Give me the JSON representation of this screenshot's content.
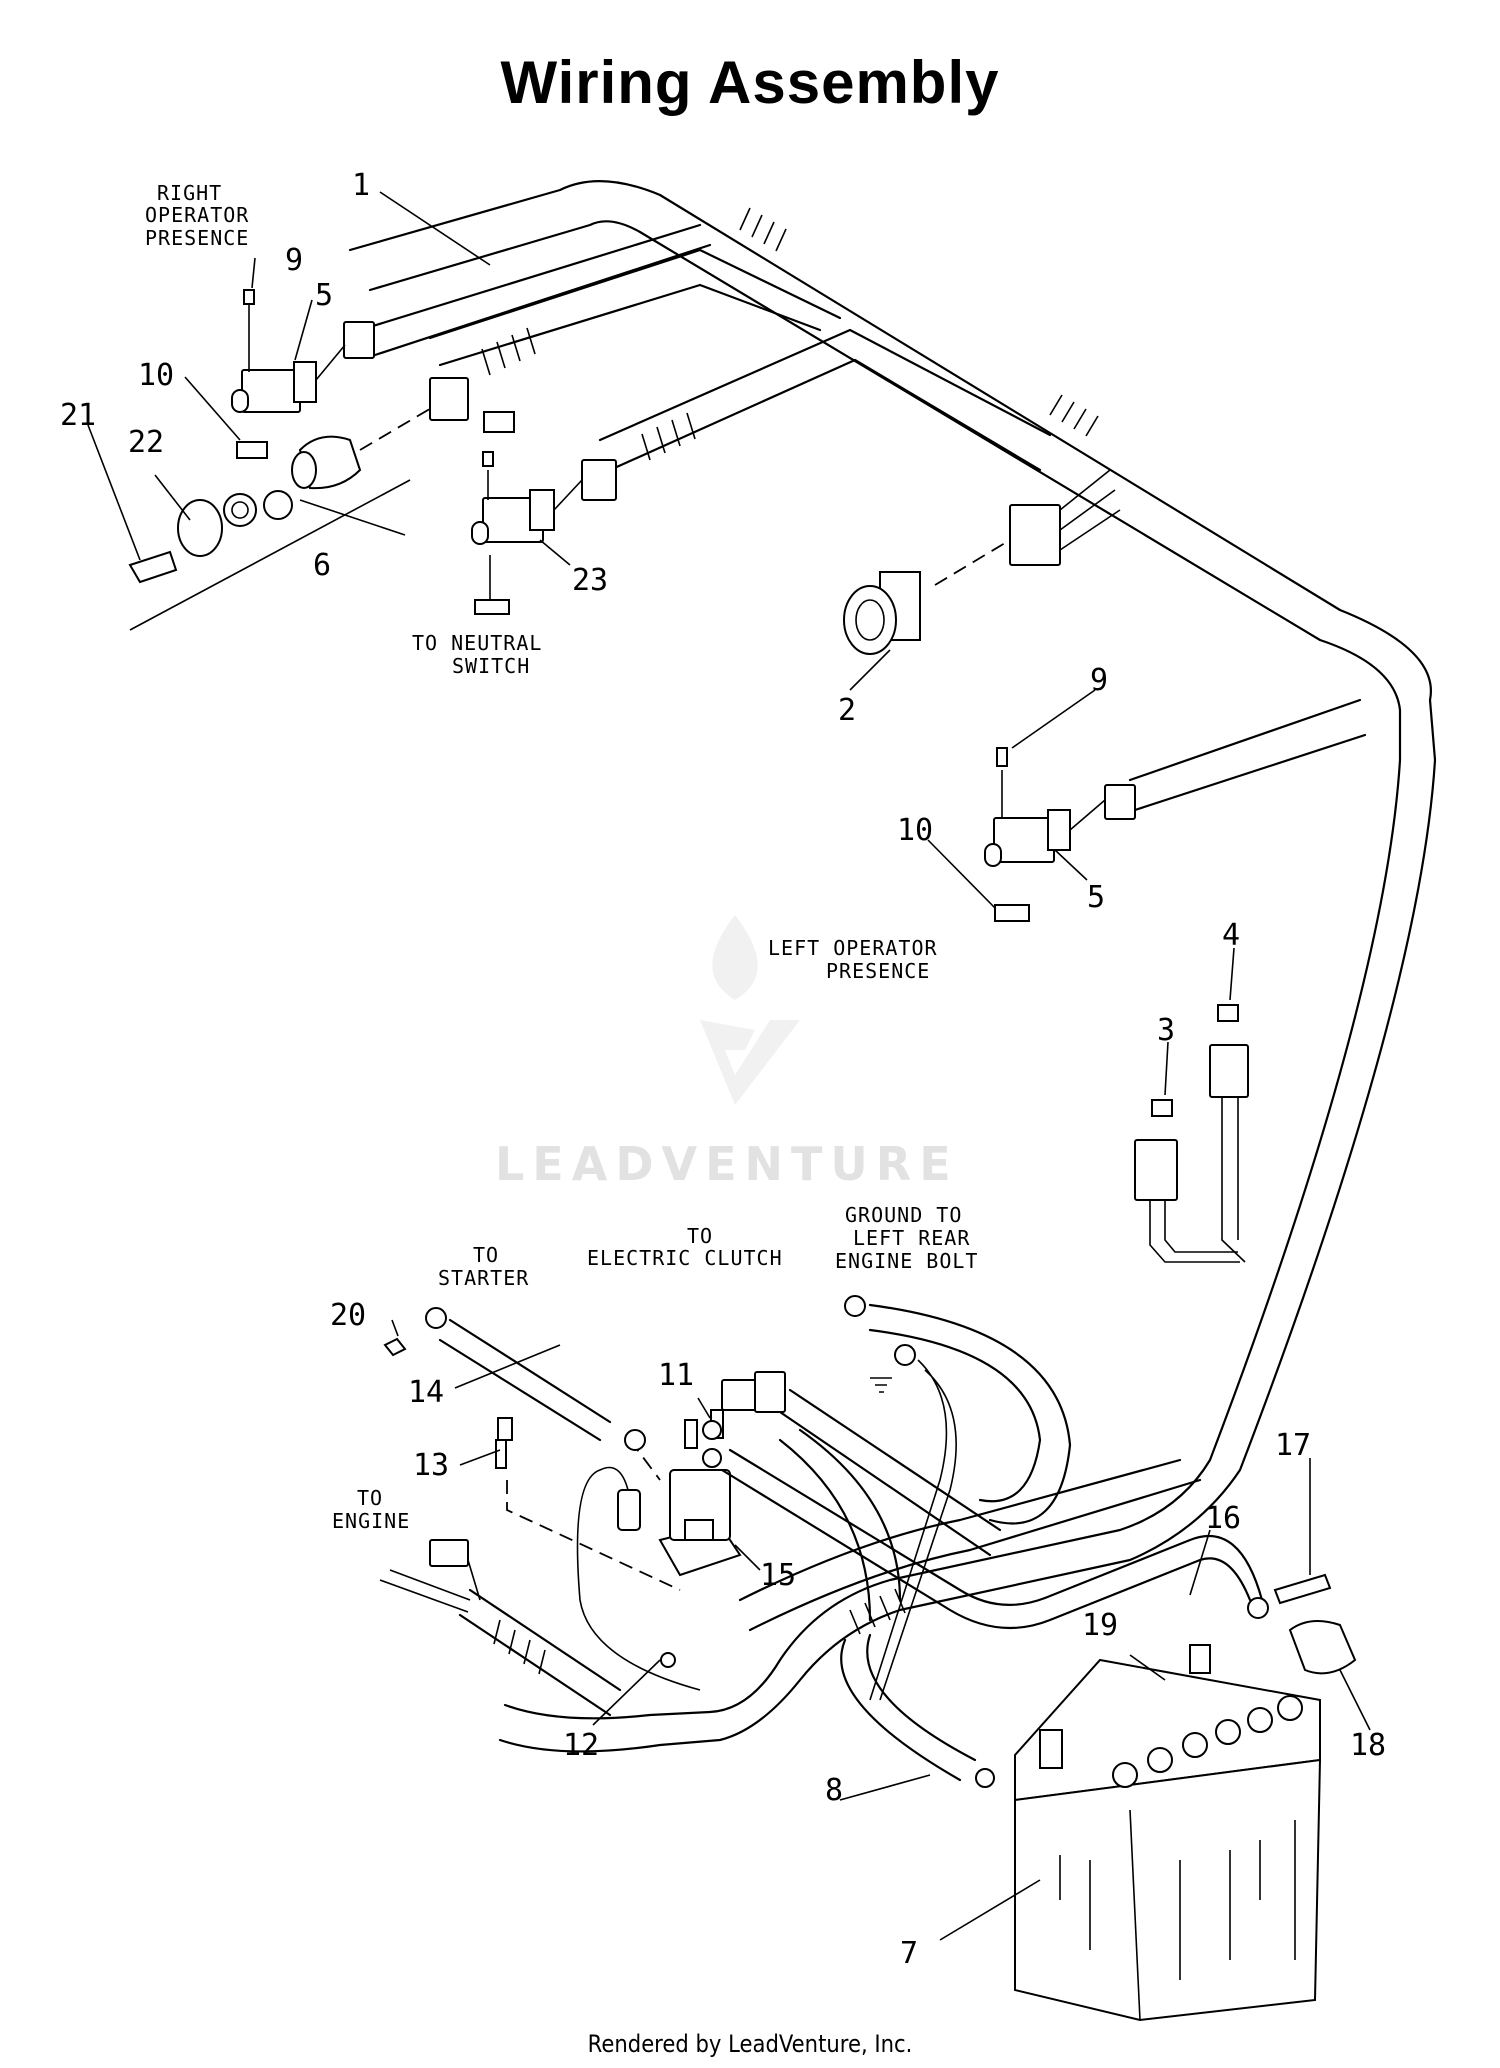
{
  "title": "Wiring Assembly",
  "footer": "Rendered by LeadVenture, Inc.",
  "watermark": "LEADVENTURE",
  "notes": {
    "right_presence": [
      "RIGHT",
      "OPERATOR",
      "PRESENCE"
    ],
    "neutral": [
      "TO NEUTRAL",
      "SWITCH"
    ],
    "left_presence": [
      "LEFT OPERATOR",
      "PRESENCE"
    ],
    "clutch": [
      "TO",
      "ELECTRIC CLUTCH"
    ],
    "ground": [
      "GROUND TO",
      "LEFT REAR",
      "ENGINE BOLT"
    ],
    "starter": [
      "TO",
      "STARTER"
    ],
    "engine": [
      "TO",
      "ENGINE"
    ]
  },
  "callouts": {
    "c1": "1",
    "c2": "2",
    "c3": "3",
    "c4": "4",
    "c5a": "5",
    "c5b": "5",
    "c6": "6",
    "c7": "7",
    "c8": "8",
    "c9a": "9",
    "c9b": "9",
    "c10a": "10",
    "c10b": "10",
    "c11": "11",
    "c12": "12",
    "c13": "13",
    "c14": "14",
    "c15": "15",
    "c16": "16",
    "c17": "17",
    "c18": "18",
    "c19": "19",
    "c20": "20",
    "c21": "21",
    "c22": "22",
    "c23": "23"
  }
}
